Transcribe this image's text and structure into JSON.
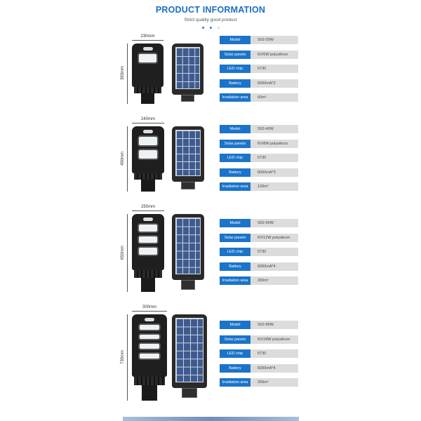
{
  "header": {
    "title": "PRODUCT INFORMATION",
    "subtitle": "Strict quality good product"
  },
  "labels": {
    "model": "Model",
    "solar": "Solar panels",
    "led": "LED chip",
    "battery": "Battery",
    "area": "Irradiation area"
  },
  "products": [
    {
      "width": "230mm",
      "height": "393mm",
      "led_modules": 1,
      "model": "S02-20W",
      "solar": "6V/6W polysilicon",
      "led": "5730",
      "battery": "6000mA*2",
      "area": "60m²"
    },
    {
      "width": "240mm",
      "height": "490mm",
      "led_modules": 2,
      "model": "S02-40W",
      "solar": "6V/8W polysilicon",
      "led": "5730",
      "battery": "6000mA*3",
      "area": "120m²"
    },
    {
      "width": "250mm",
      "height": "650mm",
      "led_modules": 3,
      "model": "S02-60W",
      "solar": "6V/12W polysilicon",
      "led": "5730",
      "battery": "6000mA*4",
      "area": "200m²"
    },
    {
      "width": "300mm",
      "height": "730mm",
      "led_modules": 4,
      "model": "S02-80W",
      "solar": "6V/18W polysilicon",
      "led": "5730",
      "battery": "6000mA*4",
      "area": "200m²"
    }
  ]
}
